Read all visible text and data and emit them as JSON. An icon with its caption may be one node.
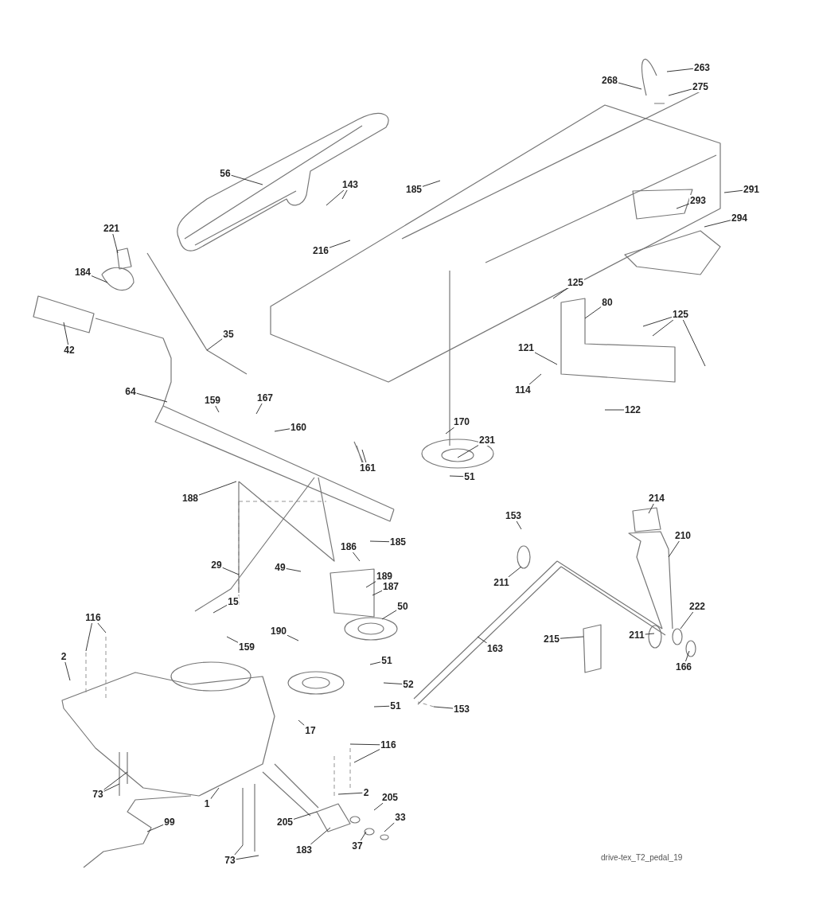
{
  "diagram": {
    "nodes": [
      {
        "text": [
          "263"
        ]
      },
      {
        "text": [
          "268"
        ]
      },
      {
        "text": [
          "275"
        ]
      },
      {
        "text": [
          "56"
        ]
      },
      {
        "text": [
          "143"
        ]
      },
      {
        "text": [
          "185"
        ]
      },
      {
        "text": [
          "291"
        ]
      },
      {
        "text": [
          "293"
        ]
      },
      {
        "text": [
          "294"
        ]
      },
      {
        "text": [
          "221"
        ]
      },
      {
        "text": [
          "216"
        ]
      },
      {
        "text": [
          "184"
        ]
      },
      {
        "text": [
          "125"
        ]
      },
      {
        "text": [
          "80"
        ]
      },
      {
        "text": [
          "125"
        ]
      },
      {
        "text": [
          "42"
        ]
      },
      {
        "text": [
          "35"
        ]
      },
      {
        "text": [
          "121"
        ]
      },
      {
        "text": [
          "64"
        ]
      },
      {
        "text": [
          "114"
        ]
      },
      {
        "text": [
          "159"
        ]
      },
      {
        "text": [
          "167"
        ]
      },
      {
        "text": [
          "122"
        ]
      },
      {
        "text": [
          "170"
        ]
      },
      {
        "text": [
          "160"
        ]
      },
      {
        "text": [
          "231"
        ]
      },
      {
        "text": [
          "161"
        ]
      },
      {
        "text": [
          "51"
        ]
      },
      {
        "text": [
          "188"
        ]
      },
      {
        "text": [
          "214"
        ]
      },
      {
        "text": [
          "153"
        ]
      },
      {
        "text": [
          "210"
        ]
      },
      {
        "text": [
          "185"
        ]
      },
      {
        "text": [
          "186"
        ]
      },
      {
        "text": [
          "49"
        ]
      },
      {
        "text": [
          "29"
        ]
      },
      {
        "text": [
          "189"
        ]
      },
      {
        "text": [
          "211"
        ]
      },
      {
        "text": [
          "15"
        ]
      },
      {
        "text": [
          "116"
        ]
      },
      {
        "text": [
          "187"
        ]
      },
      {
        "text": [
          "222"
        ]
      },
      {
        "text": [
          "50"
        ]
      },
      {
        "text": [
          "211"
        ]
      },
      {
        "text": [
          "190"
        ]
      },
      {
        "text": [
          "159"
        ]
      },
      {
        "text": [
          "215"
        ]
      },
      {
        "text": [
          "163"
        ]
      },
      {
        "text": [
          "166"
        ]
      },
      {
        "text": [
          "2"
        ]
      },
      {
        "text": [
          "51"
        ]
      },
      {
        "text": [
          "52"
        ]
      },
      {
        "text": [
          "51"
        ]
      },
      {
        "text": [
          "17"
        ]
      },
      {
        "text": [
          "153"
        ]
      },
      {
        "text": [
          "116"
        ]
      },
      {
        "text": [
          "2"
        ]
      },
      {
        "text": [
          "205"
        ]
      },
      {
        "text": [
          "73"
        ]
      },
      {
        "text": [
          "1"
        ]
      },
      {
        "text": [
          "99"
        ]
      },
      {
        "text": [
          "205"
        ]
      },
      {
        "text": [
          "33"
        ]
      },
      {
        "text": [
          "183"
        ]
      },
      {
        "text": [
          "37"
        ]
      },
      {
        "text": [
          "73"
        ]
      }
    ],
    "edges": [
      {
        "from": 0,
        "to": null,
        "arrow": "none"
      },
      {
        "from": 1,
        "to": null,
        "arrow": "none"
      },
      {
        "from": 2,
        "to": null,
        "arrow": "none"
      },
      {
        "from": 3,
        "to": null,
        "arrow": "none"
      },
      {
        "from": 4,
        "to": null,
        "arrow": "none"
      },
      {
        "from": 4,
        "to": null,
        "arrow": "none"
      },
      {
        "from": 5,
        "to": null,
        "arrow": "none"
      },
      {
        "from": 6,
        "to": null,
        "arrow": "none"
      },
      {
        "from": 7,
        "to": null,
        "arrow": "none"
      },
      {
        "from": 8,
        "to": null,
        "arrow": "none"
      },
      {
        "from": 9,
        "to": null,
        "arrow": "none"
      },
      {
        "from": 10,
        "to": null,
        "arrow": "none"
      },
      {
        "from": 11,
        "to": null,
        "arrow": "none"
      },
      {
        "from": 12,
        "to": null,
        "arrow": "none"
      },
      {
        "from": 13,
        "to": null,
        "arrow": "none"
      },
      {
        "from": 14,
        "to": null,
        "arrow": "none"
      },
      {
        "from": 14,
        "to": null,
        "arrow": "none"
      },
      {
        "from": 14,
        "to": null,
        "arrow": "none"
      },
      {
        "from": 15,
        "to": null,
        "arrow": "none"
      },
      {
        "from": 16,
        "to": null,
        "arrow": "none"
      },
      {
        "from": 17,
        "to": null,
        "arrow": "none"
      },
      {
        "from": 18,
        "to": null,
        "arrow": "none"
      },
      {
        "from": 19,
        "to": null,
        "arrow": "none"
      },
      {
        "from": 20,
        "to": null,
        "arrow": "none"
      },
      {
        "from": 21,
        "to": null,
        "arrow": "none"
      },
      {
        "from": 22,
        "to": null,
        "arrow": "none"
      },
      {
        "from": 23,
        "to": null,
        "arrow": "none"
      },
      {
        "from": 24,
        "to": null,
        "arrow": "none"
      },
      {
        "from": 25,
        "to": null,
        "arrow": "none"
      },
      {
        "from": 26,
        "to": null,
        "arrow": "none"
      },
      {
        "from": 27,
        "to": null,
        "arrow": "none"
      },
      {
        "from": 28,
        "to": null,
        "arrow": "none"
      },
      {
        "from": 29,
        "to": null,
        "arrow": "none"
      },
      {
        "from": 30,
        "to": null,
        "arrow": "none"
      },
      {
        "from": 31,
        "to": null,
        "arrow": "none"
      },
      {
        "from": 32,
        "to": null,
        "arrow": "none"
      },
      {
        "from": 33,
        "to": null,
        "arrow": "none"
      },
      {
        "from": 34,
        "to": null,
        "arrow": "none"
      },
      {
        "from": 35,
        "to": null,
        "arrow": "none"
      },
      {
        "from": 36,
        "to": null,
        "arrow": "none"
      },
      {
        "from": 37,
        "to": null,
        "arrow": "none"
      },
      {
        "from": 38,
        "to": null,
        "arrow": "none"
      },
      {
        "from": 39,
        "to": null,
        "arrow": "none"
      },
      {
        "from": 39,
        "to": null,
        "arrow": "none"
      },
      {
        "from": 40,
        "to": null,
        "arrow": "none"
      },
      {
        "from": 41,
        "to": null,
        "arrow": "none"
      },
      {
        "from": 42,
        "to": null,
        "arrow": "none"
      },
      {
        "from": 43,
        "to": null,
        "arrow": "none"
      },
      {
        "from": 44,
        "to": null,
        "arrow": "none"
      },
      {
        "from": 45,
        "to": null,
        "arrow": "none"
      },
      {
        "from": 46,
        "to": null,
        "arrow": "none"
      },
      {
        "from": 47,
        "to": null,
        "arrow": "none"
      },
      {
        "from": 48,
        "to": null,
        "arrow": "none"
      },
      {
        "from": 49,
        "to": null,
        "arrow": "none"
      },
      {
        "from": 50,
        "to": null,
        "arrow": "none"
      },
      {
        "from": 51,
        "to": null,
        "arrow": "none"
      },
      {
        "from": 52,
        "to": null,
        "arrow": "none"
      },
      {
        "from": 53,
        "to": null,
        "arrow": "none"
      },
      {
        "from": 54,
        "to": null,
        "arrow": "none"
      },
      {
        "from": 55,
        "to": null,
        "arrow": "none"
      },
      {
        "from": 55,
        "to": null,
        "arrow": "none"
      },
      {
        "from": 56,
        "to": null,
        "arrow": "none"
      },
      {
        "from": 57,
        "to": null,
        "arrow": "none"
      },
      {
        "from": 58,
        "to": null,
        "arrow": "none"
      },
      {
        "from": 58,
        "to": null,
        "arrow": "none"
      },
      {
        "from": 59,
        "to": null,
        "arrow": "none"
      },
      {
        "from": 60,
        "to": null,
        "arrow": "none"
      },
      {
        "from": 61,
        "to": null,
        "arrow": "none"
      },
      {
        "from": 62,
        "to": null,
        "arrow": "none"
      },
      {
        "from": 63,
        "to": null,
        "arrow": "none"
      },
      {
        "from": 64,
        "to": null,
        "arrow": "none"
      },
      {
        "from": 65,
        "to": null,
        "arrow": "none"
      },
      {
        "from": 65,
        "to": null,
        "arrow": "none"
      }
    ],
    "labels": [
      "drive-tex_T2_pedal_19"
    ]
  }
}
